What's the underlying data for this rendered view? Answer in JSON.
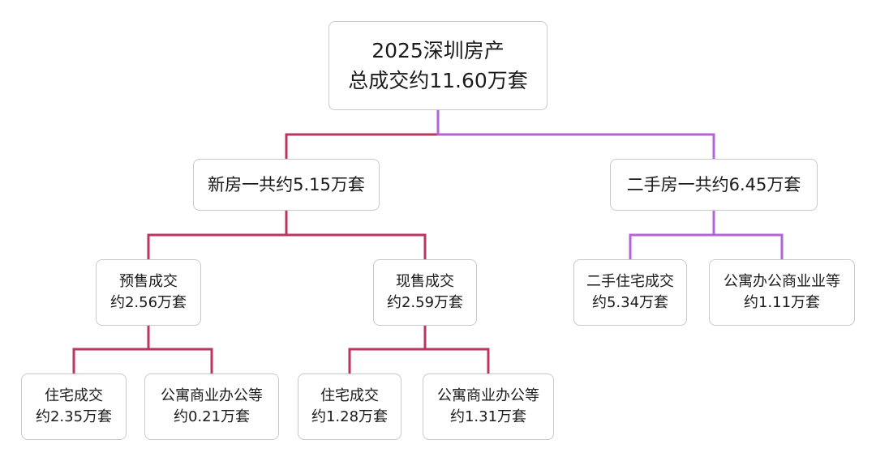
{
  "colors": {
    "connector_new": "#b8365f",
    "connector_second": "#b564d6",
    "connector_root_left": "#b8365f",
    "connector_root_right": "#b564d6",
    "box_border": "#c9c9c9",
    "text": "#1a1a1a"
  },
  "nodes": {
    "root": {
      "line1": "2025深圳房产",
      "line2": "总成交约11.60万套"
    },
    "new_homes": {
      "line1": "新房一共约5.15万套"
    },
    "second_hand": {
      "line1": "二手房一共约6.45万套"
    },
    "presale": {
      "line1": "预售成交",
      "line2": "约2.56万套"
    },
    "spot_sale": {
      "line1": "现售成交",
      "line2": "约2.59万套"
    },
    "second_residential": {
      "line1": "二手住宅成交",
      "line2": "约5.34万套"
    },
    "second_other": {
      "line1": "公寓办公商业业等",
      "line2": "约1.11万套"
    },
    "presale_residential": {
      "line1": "住宅成交",
      "line2": "约2.35万套"
    },
    "presale_other": {
      "line1": "公寓商业办公等",
      "line2": "约0.21万套"
    },
    "spot_residential": {
      "line1": "住宅成交",
      "line2": "约1.28万套"
    },
    "spot_other": {
      "line1": "公寓商业办公等",
      "line2": "约1.31万套"
    }
  }
}
